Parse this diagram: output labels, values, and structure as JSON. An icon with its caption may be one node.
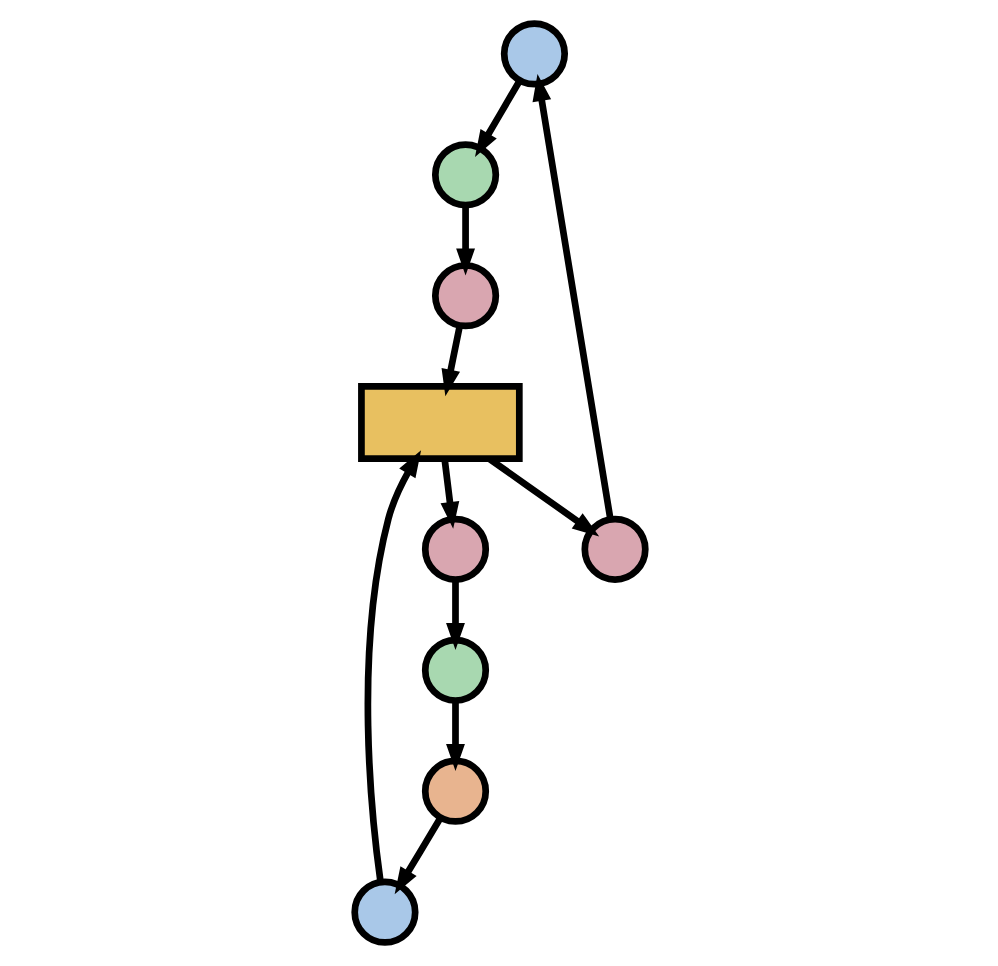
{
  "diagram": {
    "nodes": [
      {
        "text": [],
        "shape": "circle"
      },
      {
        "text": [],
        "shape": "circle"
      },
      {
        "text": [],
        "shape": "circle"
      },
      {
        "text": [],
        "shape": "circle"
      },
      {
        "text": [],
        "shape": "circle"
      },
      {
        "text": [],
        "shape": "circle"
      },
      {
        "text": [],
        "shape": "circle"
      },
      {
        "text": [],
        "shape": "circle"
      },
      {
        "text": [],
        "shape": "box"
      }
    ],
    "edges": [
      {
        "from": 0,
        "to": 5,
        "arrow": "to"
      },
      {
        "from": 5,
        "to": 7,
        "arrow": "to"
      },
      {
        "from": 7,
        "to": 8,
        "arrow": "to"
      },
      {
        "from": 8,
        "to": 3,
        "arrow": "to"
      },
      {
        "from": 3,
        "to": 0,
        "arrow": "to"
      },
      {
        "from": 1,
        "to": 4,
        "arrow": "to"
      },
      {
        "from": 4,
        "to": 8,
        "arrow": "to"
      },
      {
        "from": 8,
        "to": 6,
        "arrow": "to"
      },
      {
        "from": 6,
        "to": 2,
        "arrow": "to"
      },
      {
        "from": 2,
        "to": 1,
        "arrow": "to"
      }
    ]
  }
}
